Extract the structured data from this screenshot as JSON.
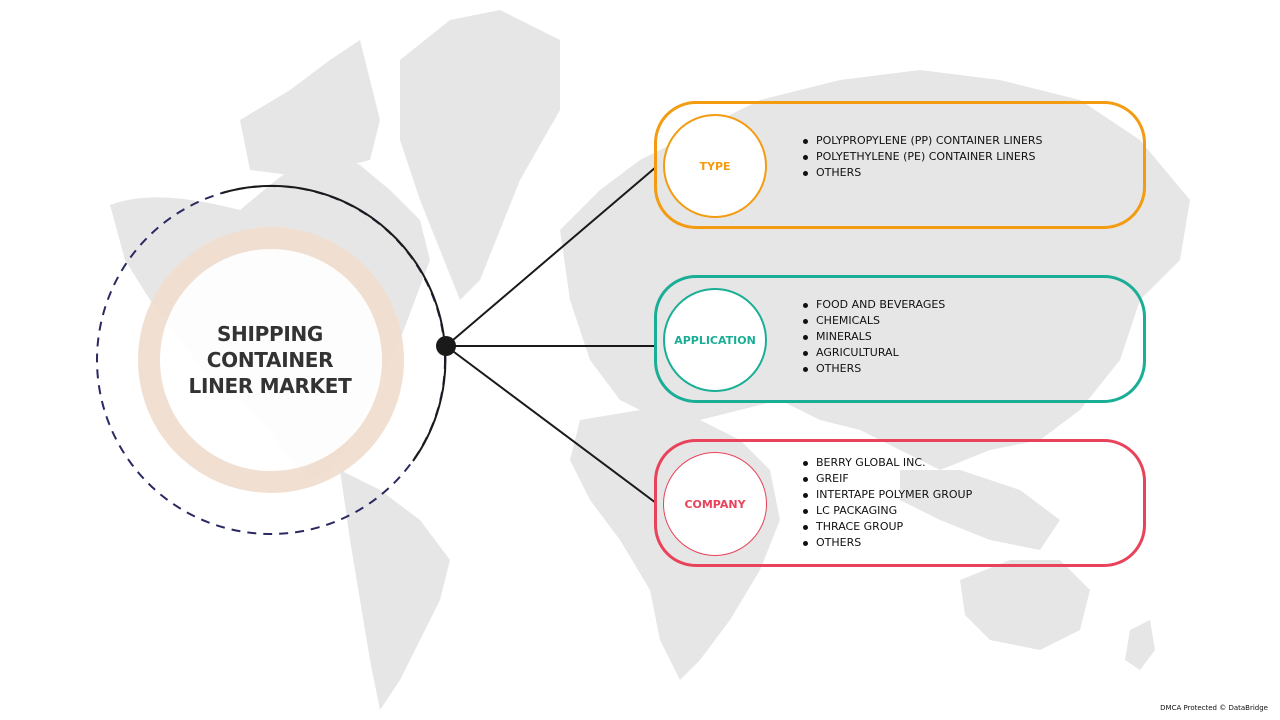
{
  "diagram": {
    "title_lines": [
      "SHIPPING",
      "CONTAINER",
      "LINER MARKET"
    ],
    "colors": {
      "type": "#F39C12",
      "application": "#1AAE96",
      "company": "#E8435A",
      "ring": "#F1DFD0",
      "dashed_circle": "#2A2960",
      "connector": "#1A1A1A",
      "map": "#E6E6E6"
    },
    "segments": [
      {
        "label": "TYPE",
        "items": [
          "POLYPROPYLENE (PP) CONTAINER LINERS",
          "POLYETHYLENE (PE) CONTAINER LINERS",
          "OTHERS"
        ]
      },
      {
        "label": "APPLICATION",
        "items": [
          "FOOD AND BEVERAGES",
          "CHEMICALS",
          "MINERALS",
          "AGRICULTURAL",
          "OTHERS"
        ]
      },
      {
        "label": "COMPANY",
        "items": [
          "BERRY GLOBAL INC.",
          "GREIF",
          "INTERTAPE POLYMER GROUP",
          "LC PACKAGING",
          "THRACE GROUP",
          "OTHERS"
        ]
      }
    ]
  },
  "footer": {
    "watermark": "DMCA Protected © DataBridge"
  }
}
